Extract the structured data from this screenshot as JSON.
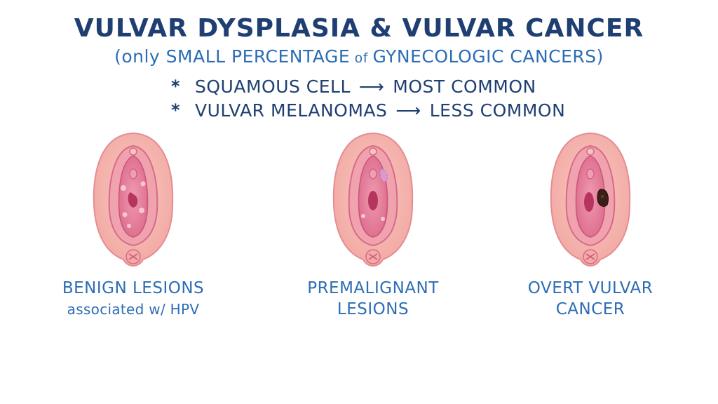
{
  "title": "VULVAR DYSPLASIA & VULVAR CANCER",
  "subtitle": {
    "open": "(only ",
    "main": "SMALL PERCENTAGE",
    "of": " of ",
    "rest": "GYNECOLOGIC CANCERS)"
  },
  "bullets": [
    {
      "marker": "*",
      "left": "SQUAMOUS CELL",
      "arrow": "⟶",
      "right": "MOST COMMON"
    },
    {
      "marker": "*",
      "left": "VULVAR MELANOMAS",
      "arrow": "⟶",
      "right": "LESS COMMON"
    }
  ],
  "panels": [
    {
      "caption_line1": "BENIGN LESIONS",
      "caption_line2": "associated w/ HPV",
      "lesion": "papules"
    },
    {
      "caption_line1": "PREMALIGNANT",
      "caption_line2": "LESIONS",
      "lesion": "patch"
    },
    {
      "caption_line1": "OVERT VULVAR",
      "caption_line2": "CANCER",
      "lesion": "dark-mass"
    }
  ],
  "colors": {
    "title": "#1f3f72",
    "subtitle": "#2c6db4",
    "skin": "#f6b9b3",
    "tissue": "#e77f9a",
    "mass": "#3a2018"
  }
}
